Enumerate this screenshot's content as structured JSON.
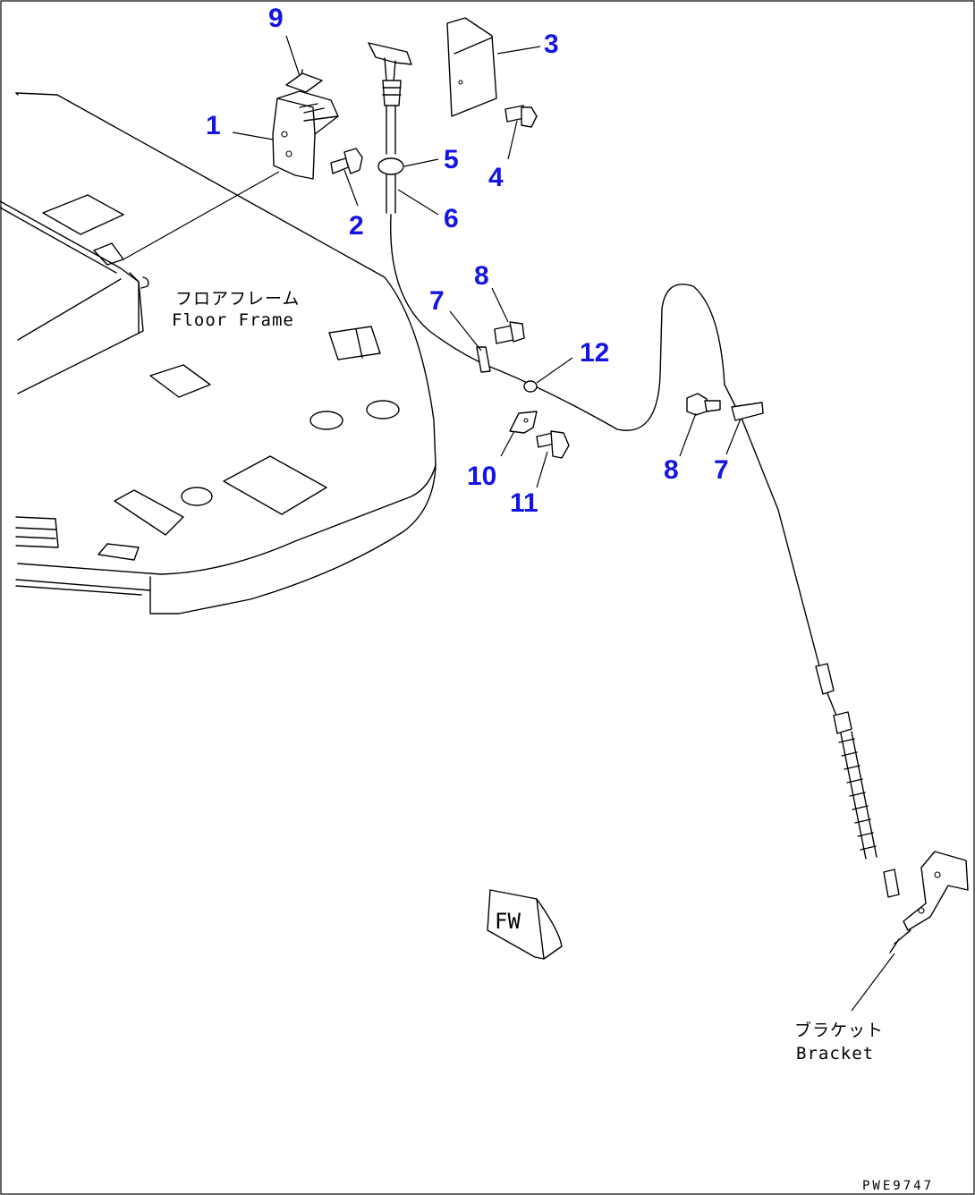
{
  "labels": {
    "floor_frame_jp": "フロアフレーム",
    "floor_frame_en": "Floor Frame",
    "bracket_jp": "ブラケット",
    "bracket_en": "Bracket",
    "fw_mark": "FW",
    "drawing_code": "PWE9747"
  },
  "callouts": [
    {
      "id": "c1",
      "text": "1"
    },
    {
      "id": "c2",
      "text": "2"
    },
    {
      "id": "c3",
      "text": "3"
    },
    {
      "id": "c4",
      "text": "4"
    },
    {
      "id": "c5",
      "text": "5"
    },
    {
      "id": "c6",
      "text": "6"
    },
    {
      "id": "c7a",
      "text": "7"
    },
    {
      "id": "c7b",
      "text": "7"
    },
    {
      "id": "c8a",
      "text": "8"
    },
    {
      "id": "c8b",
      "text": "8"
    },
    {
      "id": "c9",
      "text": "9"
    },
    {
      "id": "c10",
      "text": "10"
    },
    {
      "id": "c11",
      "text": "11"
    },
    {
      "id": "c12",
      "text": "12"
    }
  ],
  "colors": {
    "callout": "#1414e6",
    "line": "#000000",
    "background": "#ffffff"
  }
}
